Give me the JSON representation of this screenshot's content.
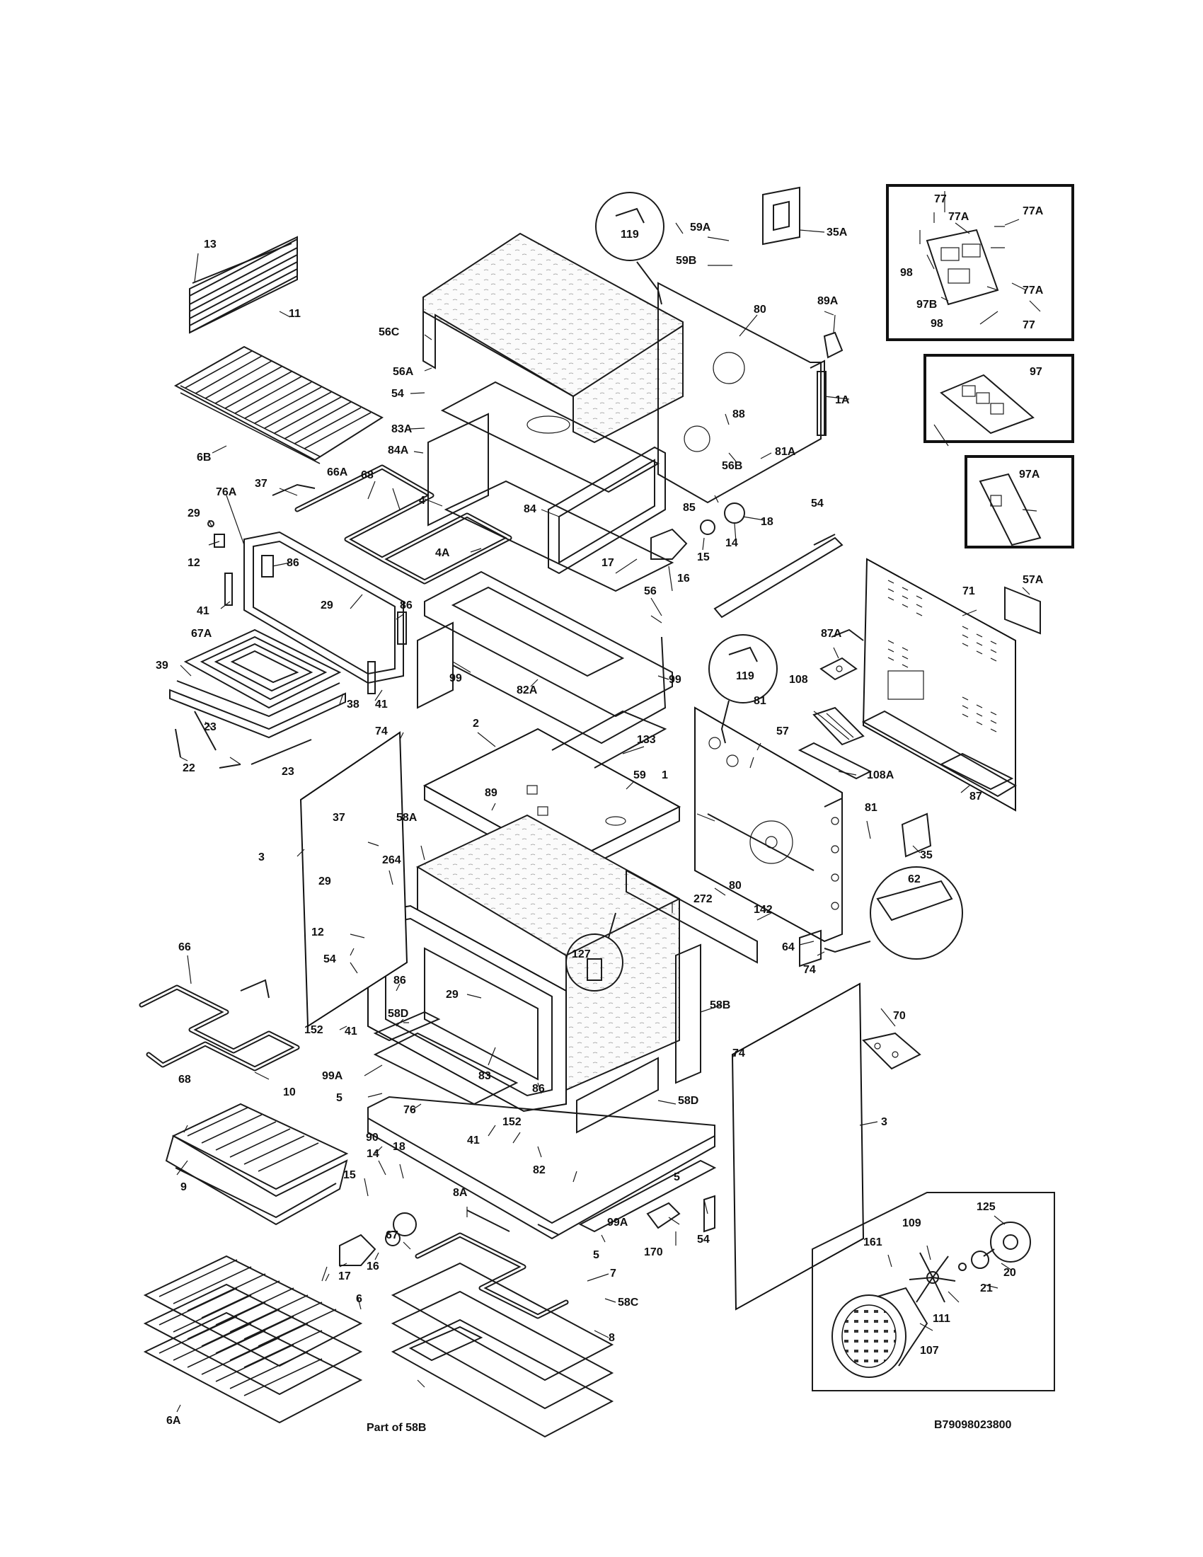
{
  "callouts": {
    "c13": "13",
    "c11": "11",
    "c6B": "6B",
    "c37a": "37",
    "c68a": "68",
    "c66A": "66A",
    "c76A": "76A",
    "c29a": "29",
    "c12a": "12",
    "c86a": "86",
    "c29b": "29",
    "c86b": "86",
    "c41a": "41",
    "c41b": "41",
    "c67A": "67A",
    "c39": "39",
    "c38": "38",
    "c23a": "23",
    "c22": "22",
    "c23b": "23",
    "c119a": "119",
    "c59A": "59A",
    "c59B": "59B",
    "c35A": "35A",
    "c56C": "56C",
    "c56A": "56A",
    "c54a": "54",
    "c83A": "83A",
    "c84A": "84A",
    "c4": "4",
    "c84": "84",
    "c4A": "4A",
    "c56": "56",
    "c99a": "99",
    "c82A": "82A",
    "c99b": "99",
    "c80a": "80",
    "c89A": "89A",
    "c1A": "1A",
    "c88": "88",
    "c81A": "81A",
    "c56B": "56B",
    "c85": "85",
    "c18a": "18",
    "c14a": "14",
    "c15a": "15",
    "c16a": "16",
    "c17a": "17",
    "c54b": "54",
    "c77a": "77",
    "c77Aa": "77A",
    "c77Ab": "77A",
    "c98a": "98",
    "c97Ba": "97B",
    "c98b": "98",
    "c77b": "77",
    "c77Ac": "77A",
    "c97": "97",
    "c97A": "97A",
    "c71": "71",
    "c57A": "57A",
    "c87A": "87A",
    "c108": "108",
    "c108A": "108A",
    "c87": "87",
    "c119b": "119",
    "c81a": "81",
    "c57": "57",
    "c1": "1",
    "c81b": "81",
    "c35": "35",
    "c74a": "74",
    "c2": "2",
    "c133": "133",
    "c89": "89",
    "c59": "59",
    "c3a": "3",
    "c37b": "37",
    "c58A": "58A",
    "c264": "264",
    "c29c": "29",
    "c12b": "12",
    "c54c": "54",
    "c86c": "86",
    "c152a": "152",
    "c41c": "41",
    "c29d": "29",
    "c58Da": "58D",
    "c66": "66",
    "c68b": "68",
    "c10": "10",
    "c9": "9",
    "c99Aa": "99A",
    "c5a": "5",
    "c76": "76",
    "c83": "83",
    "c86d": "86",
    "c152b": "152",
    "c41d": "41",
    "c90": "90",
    "c58Db": "58D",
    "c82": "82",
    "c272": "272",
    "c80b": "80",
    "c142": "142",
    "c62": "62",
    "c64": "64",
    "c74b": "74",
    "c127": "127",
    "c58B": "58B",
    "c74c": "74",
    "c70": "70",
    "c3b": "3",
    "c14b": "14",
    "c18b": "18",
    "c15b": "15",
    "c8A": "8A",
    "c67": "67",
    "c16b": "16",
    "c17b": "17",
    "c5b": "5",
    "c99Ab": "99A",
    "c170": "170",
    "c5c": "5",
    "c54d": "54",
    "c6": "6",
    "c6A": "6A",
    "c7": "7",
    "c58C": "58C",
    "c8": "8",
    "cpart58B": "Part of 58B",
    "c125": "125",
    "c109": "109",
    "c161": "161",
    "c20": "20",
    "c21": "21",
    "c111": "111",
    "c107": "107"
  },
  "drawing_number": "B79098023800"
}
